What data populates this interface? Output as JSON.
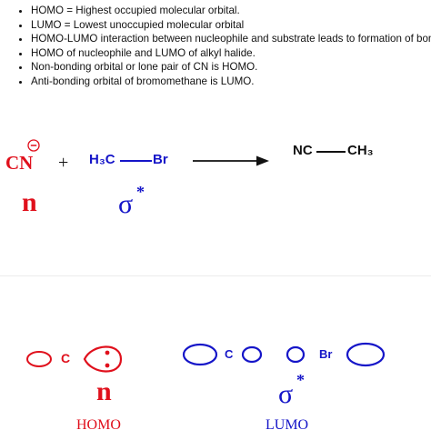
{
  "bullets": [
    "HOMO = Highest occupied molecular orbital.",
    "LUMO = Lowest unoccupied molecular orbital",
    "HOMO-LUMO interaction between nucleophile and substrate leads to formation of bond.",
    "HOMO of nucleophile and LUMO of alkyl halide.",
    "Non-bonding orbital  or lone pair of CN is HOMO.",
    "Anti-bonding orbital of bromomethane is LUMO."
  ],
  "reaction": {
    "nucleophile": "CN",
    "charge": "−",
    "plus": "+",
    "substrate_left": "H₃C",
    "substrate_right": "Br",
    "product_left": "NC",
    "product_right": "CH₃",
    "nucleophile_orbital": "n",
    "substrate_orbital": "σ",
    "substrate_orbital_star": "*"
  },
  "orbitals": {
    "homo_atom": "C",
    "homo_orbital": "n",
    "homo_label": "HOMO",
    "lumo_atom_left": "C",
    "lumo_atom_right": "Br",
    "lumo_orbital": "σ",
    "lumo_star": "*",
    "lumo_label": "LUMO"
  },
  "colors": {
    "red": "#e0101c",
    "blue": "#1515c8",
    "text": "#111111"
  }
}
